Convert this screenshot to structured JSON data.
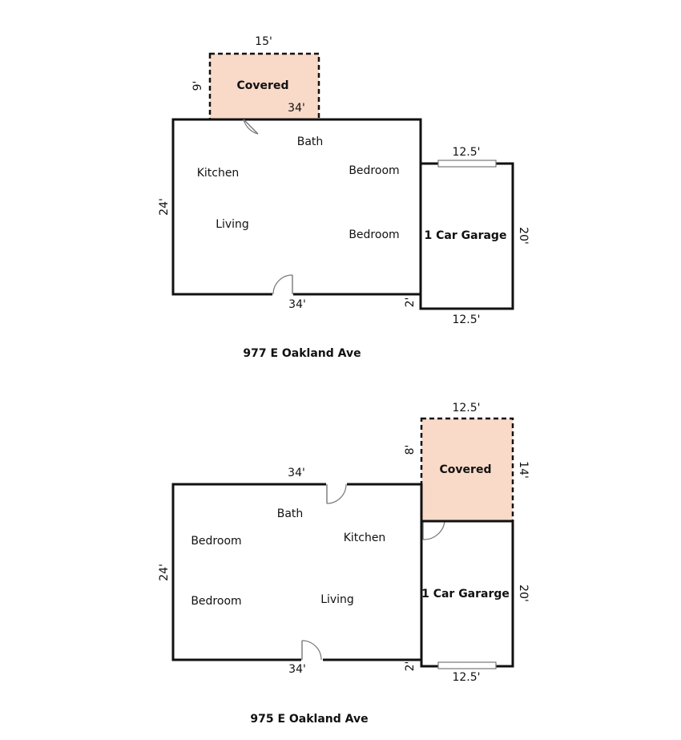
{
  "plan_top": {
    "address": "977 E Oakland Ave",
    "covered": {
      "label": "Covered",
      "width": "15'",
      "depth": "9'",
      "inner_dim": "34'"
    },
    "main": {
      "left_dim": "24'",
      "bottom_dim": "34'"
    },
    "rooms": {
      "bath": "Bath",
      "kitchen": "Kitchen",
      "living": "Living",
      "bedroom_a": "Bedroom",
      "bedroom_b": "Bedroom"
    },
    "garage": {
      "label": "1 Car Garage",
      "top_dim": "12.5'",
      "right_dim": "20'",
      "bottom_dim": "12.5'",
      "offset_dim": "2'"
    }
  },
  "plan_bottom": {
    "address": "975 E Oakland Ave",
    "covered": {
      "label": "Covered",
      "top_dim": "12.5'",
      "left_dim": "8'",
      "right_dim": "14'"
    },
    "main": {
      "top_dim": "34'",
      "left_dim": "24'",
      "bottom_dim": "34'"
    },
    "rooms": {
      "bath": "Bath",
      "kitchen": "Kitchen",
      "living": "Living",
      "bedroom_a": "Bedroom",
      "bedroom_b": "Bedroom"
    },
    "garage": {
      "label": "1 Car Gararge",
      "right_dim": "20'",
      "bottom_dim": "12.5'",
      "offset_dim": "2'"
    }
  }
}
